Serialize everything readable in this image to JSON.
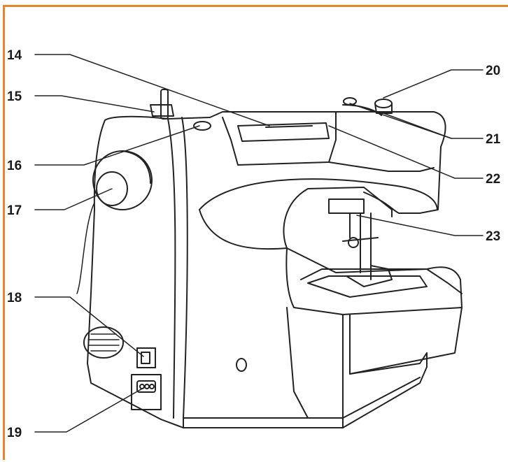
{
  "diagram": {
    "accent_color": "#e8852a",
    "callouts": [
      {
        "id": "14",
        "label": "14"
      },
      {
        "id": "15",
        "label": "15"
      },
      {
        "id": "16",
        "label": "16"
      },
      {
        "id": "17",
        "label": "17"
      },
      {
        "id": "18",
        "label": "18"
      },
      {
        "id": "19",
        "label": "19"
      },
      {
        "id": "20",
        "label": "20"
      },
      {
        "id": "21",
        "label": "21"
      },
      {
        "id": "22",
        "label": "22"
      },
      {
        "id": "23",
        "label": "23"
      }
    ]
  }
}
